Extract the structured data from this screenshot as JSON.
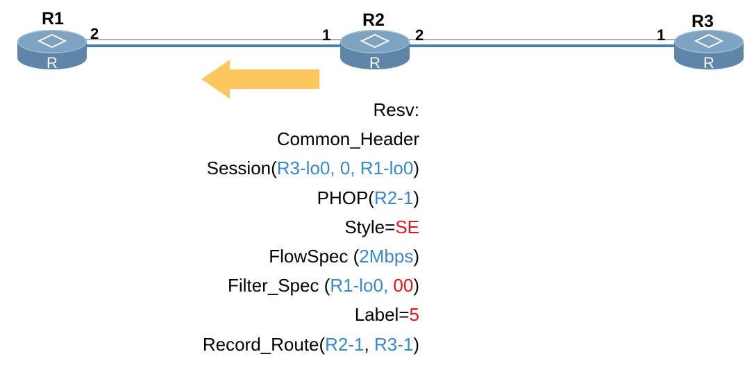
{
  "colors": {
    "link": "#4a7fae",
    "router_top": "#7c9fbd",
    "router_side": "#5f86a8",
    "arrow": "#fcc75d",
    "blue_text": "#3a86c8",
    "red_text": "#e0141c"
  },
  "routers": [
    {
      "id": "R1",
      "label": "R1",
      "icon_letter": "R",
      "icon": "router-icon"
    },
    {
      "id": "R2",
      "label": "R2",
      "icon_letter": "R",
      "icon": "router-icon"
    },
    {
      "id": "R3",
      "label": "R3",
      "icon_letter": "R",
      "icon": "router-icon"
    }
  ],
  "links": [
    {
      "from": "R1",
      "to": "R2",
      "from_port": "2",
      "to_port": "1"
    },
    {
      "from": "R2",
      "to": "R3",
      "from_port": "2",
      "to_port": "1"
    }
  ],
  "arrow": {
    "direction": "left",
    "icon": "left-arrow-icon"
  },
  "message": {
    "lines": [
      {
        "name": "resv",
        "parts": [
          {
            "text": "Resv:"
          }
        ]
      },
      {
        "name": "common-header",
        "parts": [
          {
            "text": "Common_Header"
          }
        ]
      },
      {
        "name": "session",
        "parts": [
          {
            "text": "Session("
          },
          {
            "text": "R3-lo0, 0, R1-lo0",
            "color": "blue"
          },
          {
            "text": ")"
          }
        ]
      },
      {
        "name": "phop",
        "parts": [
          {
            "text": "PHOP("
          },
          {
            "text": "R2-1",
            "color": "blue"
          },
          {
            "text": ")"
          }
        ]
      },
      {
        "name": "style",
        "parts": [
          {
            "text": "Style="
          },
          {
            "text": "SE",
            "color": "red"
          }
        ]
      },
      {
        "name": "flowspec",
        "parts": [
          {
            "text": "FlowSpec ("
          },
          {
            "text": "2Mbps",
            "color": "blue"
          },
          {
            "text": ")"
          }
        ]
      },
      {
        "name": "filter-spec",
        "parts": [
          {
            "text": "Filter_Spec ("
          },
          {
            "text": "R1-lo0, ",
            "color": "blue"
          },
          {
            "text": "00",
            "color": "red"
          },
          {
            "text": ")"
          }
        ]
      },
      {
        "name": "label",
        "parts": [
          {
            "text": "Label="
          },
          {
            "text": "5",
            "color": "red"
          }
        ]
      },
      {
        "name": "record-route",
        "parts": [
          {
            "text": "Record_Route("
          },
          {
            "text": "R2-1",
            "color": "blue"
          },
          {
            "text": ", "
          },
          {
            "text": "R3-1",
            "color": "blue"
          },
          {
            "text": ")"
          }
        ]
      }
    ]
  }
}
